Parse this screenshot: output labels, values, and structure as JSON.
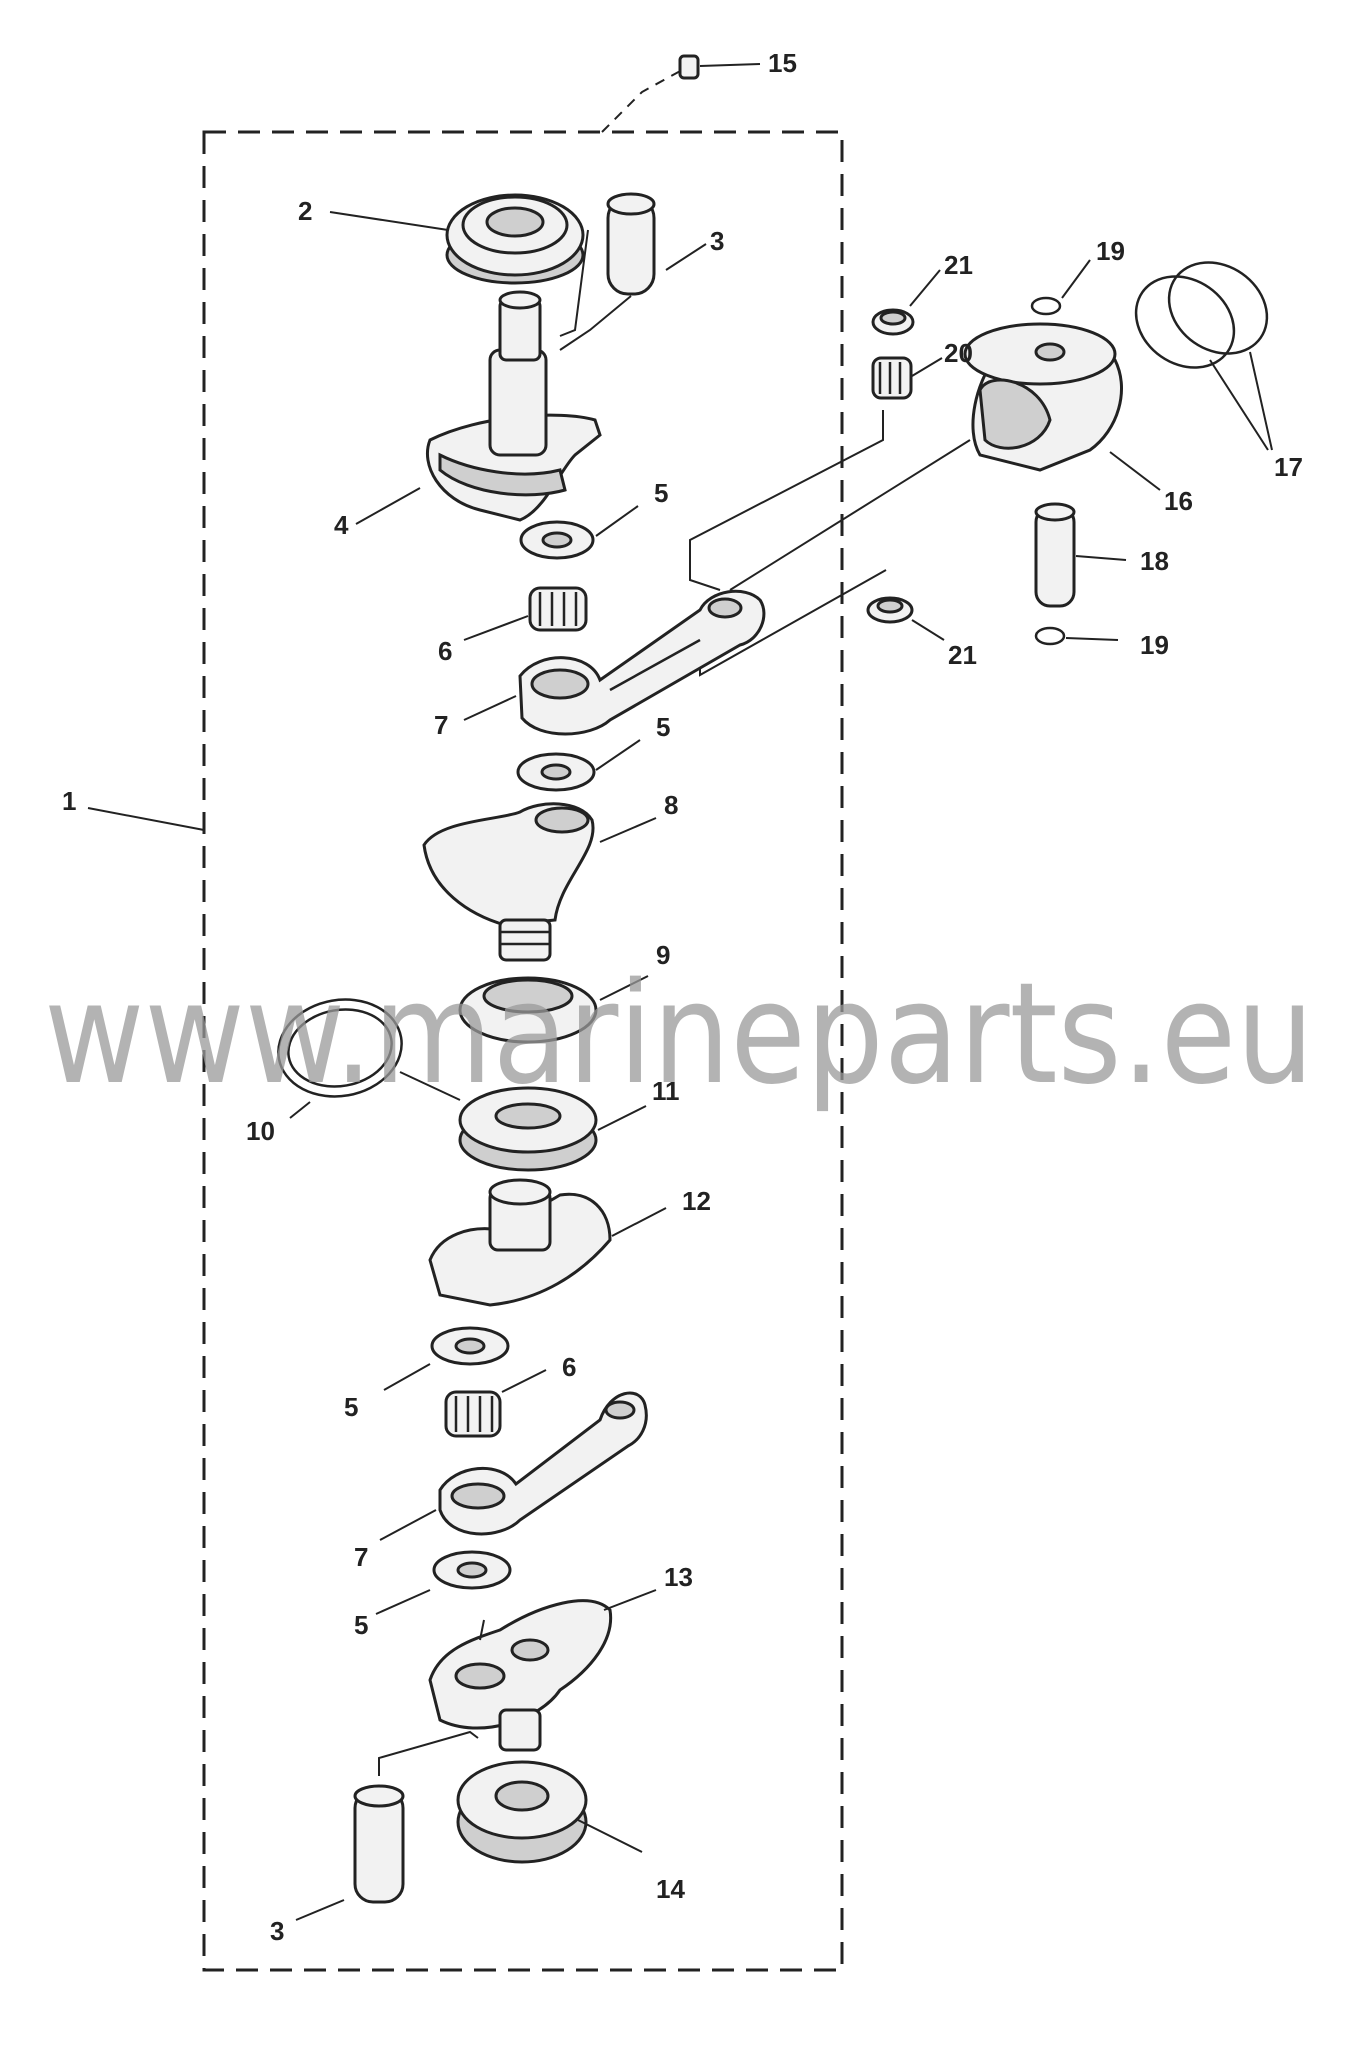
{
  "diagram": {
    "watermark": "www.marineparts.eu",
    "callouts": {
      "c1": "1",
      "c2": "2",
      "c3a": "3",
      "c3b": "3",
      "c4": "4",
      "c5a": "5",
      "c5b": "5",
      "c5c": "5",
      "c5d": "5",
      "c6a": "6",
      "c6b": "6",
      "c7a": "7",
      "c7b": "7",
      "c8": "8",
      "c9": "9",
      "c10": "10",
      "c11": "11",
      "c12": "12",
      "c13": "13",
      "c14": "14",
      "c15": "15",
      "c16": "16",
      "c17": "17",
      "c18": "18",
      "c19a": "19",
      "c19b": "19",
      "c20": "20",
      "c21a": "21",
      "c21b": "21"
    }
  }
}
